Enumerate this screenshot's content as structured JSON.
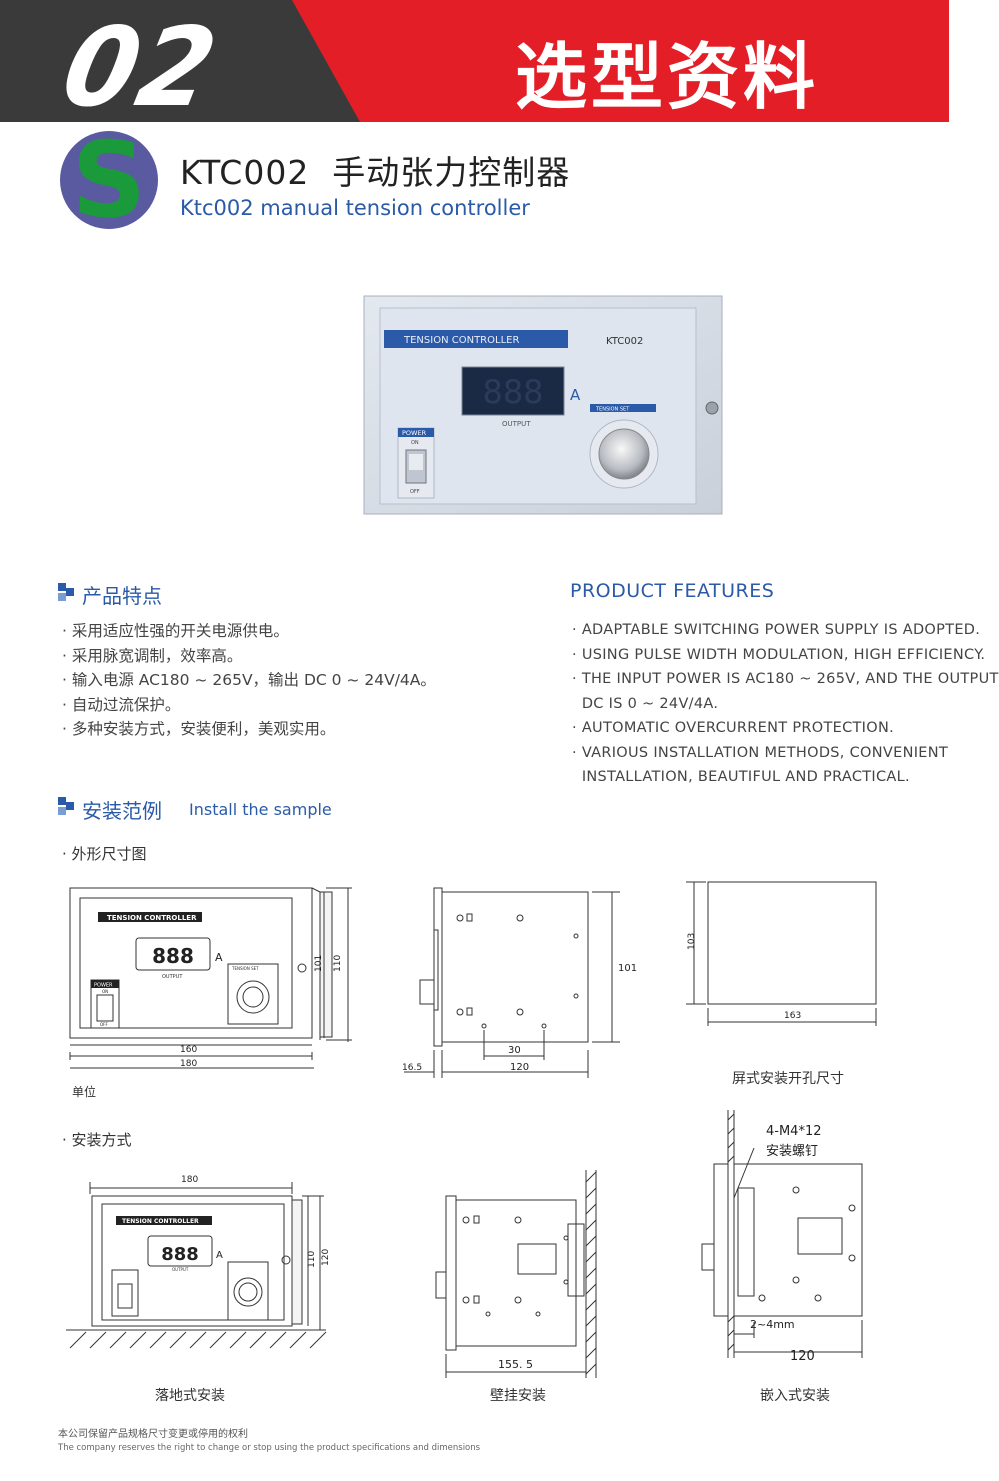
{
  "header": {
    "number": "02",
    "title": "选型资料",
    "colors": {
      "dark": "#3a3a3a",
      "red": "#e41e26"
    }
  },
  "logo": {
    "letter": "S",
    "colors": {
      "outer": "#5a5aa0",
      "letter": "#1a9a3a"
    }
  },
  "product": {
    "title_cn": "KTC002  手动张力控制器",
    "title_en": "Ktc002 manual tension controller"
  },
  "photo": {
    "panel_label": "TENSION CONTROLLER",
    "model": "KTC002",
    "display": "888",
    "unit": "A",
    "output_label": "OUTPUT",
    "power_label": "POWER",
    "on_label": "ON",
    "off_label": "OFF",
    "tension_label": "TENSION SET"
  },
  "features": {
    "heading_cn": "产品特点",
    "heading_en": "PRODUCT FEATURES",
    "items_cn": [
      "· 采用适应性强的开关电源供电。",
      "· 采用脉宽调制，效率高。",
      "· 输入电源 AC180 ~ 265V，输出 DC 0 ~ 24V/4A。",
      "· 自动过流保护。",
      "· 多种安装方式，安装便利，美观实用。"
    ],
    "items_en": [
      "· ADAPTABLE SWITCHING POWER SUPPLY IS ADOPTED.",
      "· USING PULSE WIDTH MODULATION, HIGH EFFICIENCY.",
      "· THE INPUT POWER IS AC180 ~ 265V, AND THE OUTPUT",
      "  DC IS 0 ~ 24V/4A.",
      "· AUTOMATIC OVERCURRENT PROTECTION.",
      "· VARIOUS INSTALLATION METHODS, CONVENIENT",
      "  INSTALLATION, BEAUTIFUL AND PRACTICAL."
    ]
  },
  "install": {
    "heading_cn": "安装范例",
    "heading_en": "Install the sample",
    "outline_label": "· 外形尺寸图",
    "unit_label": "单位",
    "methods_label": "· 安装方式",
    "dims": {
      "front_width_inner": "160",
      "front_width": "180",
      "front_h1": "101",
      "front_h2": "110",
      "side_h": "101",
      "side_30": "30",
      "side_120": "120",
      "side_16_5": "16.5",
      "cutout_h": "103",
      "cutout_w": "163",
      "floor_w": "180",
      "floor_h1": "110",
      "floor_h2": "120",
      "wall_w": "155. 5",
      "embed_w": "120",
      "embed_gap": "2~4mm",
      "screws": "4-M4*12",
      "screws_cn": "安装螺钉"
    },
    "captions": {
      "cutout": "屏式安装开孔尺寸",
      "floor": "落地式安装",
      "wall": "壁挂安装",
      "embed": "嵌入式安装"
    },
    "front_panel": {
      "label": "TENSION CONTROLLER",
      "display": "888",
      "unit": "A",
      "output": "OUTPUT",
      "power": "POWER",
      "on": "ON",
      "off": "OFF",
      "tension": "TENSION SET"
    }
  },
  "footer": {
    "cn": "本公司保留产品规格尺寸变更或停用的权利",
    "en": "The company reserves the right to change or stop using the product specifications and dimensions"
  }
}
